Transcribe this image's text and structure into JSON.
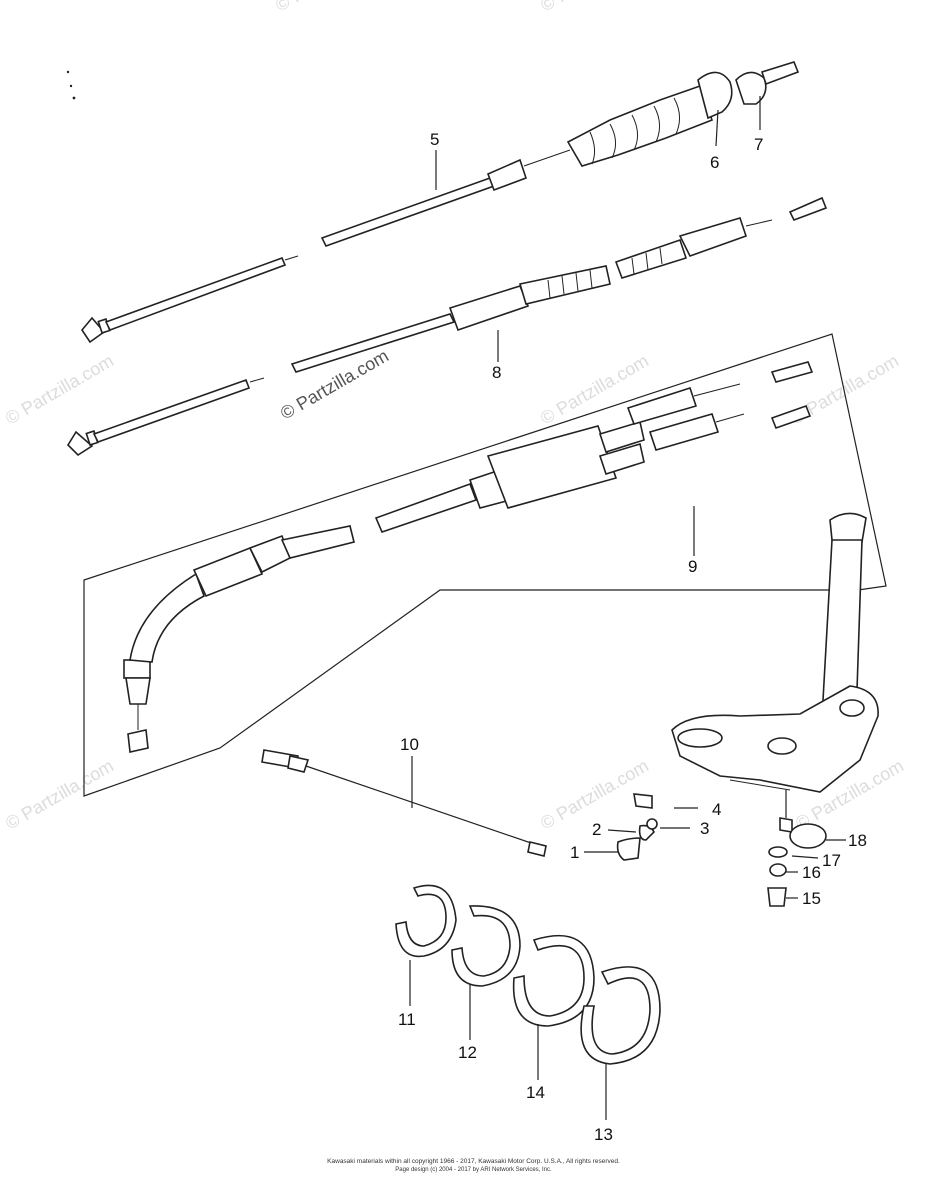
{
  "callouts": {
    "c1": "1",
    "c2": "2",
    "c3": "3",
    "c4": "4",
    "c5": "5",
    "c6": "6",
    "c7": "7",
    "c8": "8",
    "c9": "9",
    "c10": "10",
    "c11": "11",
    "c12": "12",
    "c13": "13",
    "c14": "14",
    "c15": "15",
    "c16": "16",
    "c17": "17",
    "c18": "18"
  },
  "watermark": {
    "text": "© Partzilla.com"
  },
  "footer": {
    "line1": "Kawasaki materials within all copyright 1966 - 2017, Kawasaki Motor Corp. U.S.A., All rights reserved.",
    "line2": "Page design (c) 2004 - 2017 by ARI Network Services, Inc."
  }
}
